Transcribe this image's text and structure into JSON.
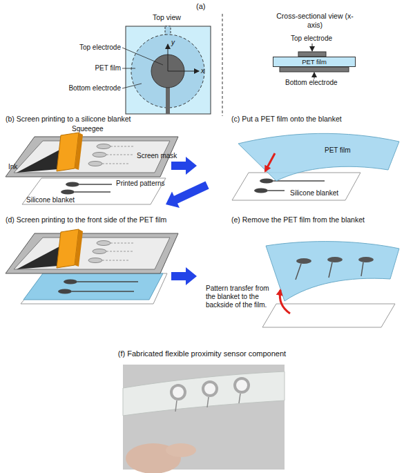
{
  "diagram": {
    "nodes": [
      {
        "text": [
          "PET film"
        ]
      },
      {
        "text": [
          "(b) Screen printing to a silicone blanket"
        ]
      },
      {
        "text": [
          "(c) Put a PET film onto the blanket"
        ]
      },
      {
        "text": [
          "(d) Screen printing to the front side of the PET film"
        ]
      },
      {
        "text": [
          "(e) Remove the PET film from the blanket"
        ]
      }
    ],
    "edges": [
      {
        "from": 1,
        "to": 2,
        "arrow": "to"
      },
      {
        "from": 2,
        "to": 3,
        "arrow": "to"
      },
      {
        "from": 3,
        "to": 4,
        "arrow": "to"
      }
    ],
    "labels": [
      "(a)",
      "Top view",
      "Cross-sectional view (x-axis)",
      "Top electrode",
      "PET film",
      "Bottom electrode",
      "y",
      "x",
      "Top electrode",
      "Bottom electrode",
      "Squeegee",
      "Ink",
      "Screen mask",
      "Printed patterns",
      "Silicone blanket",
      "PET film",
      "Silicone blanket",
      "Pattern transfer from the blanket to the backside of the film.",
      "(f) Fabricated flexible proximity sensor component"
    ]
  }
}
